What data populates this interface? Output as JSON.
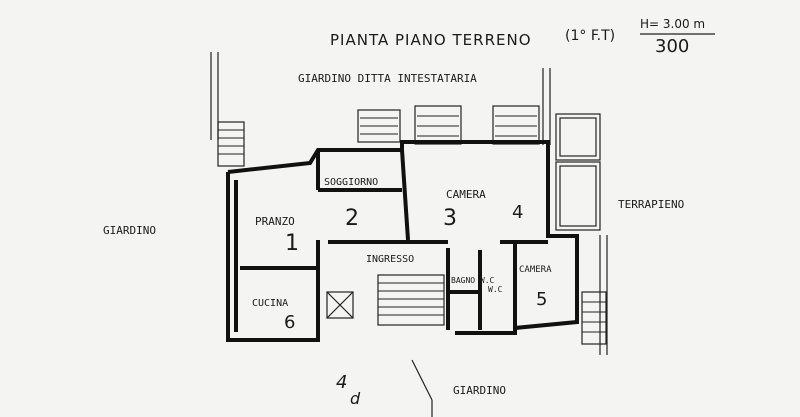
{
  "title": "PIANTA PIANO TERRENO",
  "floor_note": "(1° F.T)",
  "height_note": "H= 3.00 m",
  "scale": "300",
  "labels": {
    "garden_top": "GIARDINO DITTA INTESTATARIA",
    "garden_left": "GIARDINO",
    "garden_bottom": "GIARDINO",
    "terrapieno": "TERRAPIENO"
  },
  "rooms": [
    {
      "name": "PRANZO",
      "number": "1"
    },
    {
      "name": "SOGGIORNO",
      "number": "2"
    },
    {
      "name": "CAMERA",
      "number": "3"
    },
    {
      "name": "",
      "number": "4"
    },
    {
      "name": "INGRESSO",
      "number": ""
    },
    {
      "name": "CUCINA",
      "number": "6"
    },
    {
      "name": "BAGNO W.C",
      "number": ""
    },
    {
      "name": "W.C",
      "number": ""
    },
    {
      "name": "CAMERA",
      "number": "5"
    }
  ],
  "annotations": {
    "sign_a": "4",
    "sign_b": "d"
  }
}
